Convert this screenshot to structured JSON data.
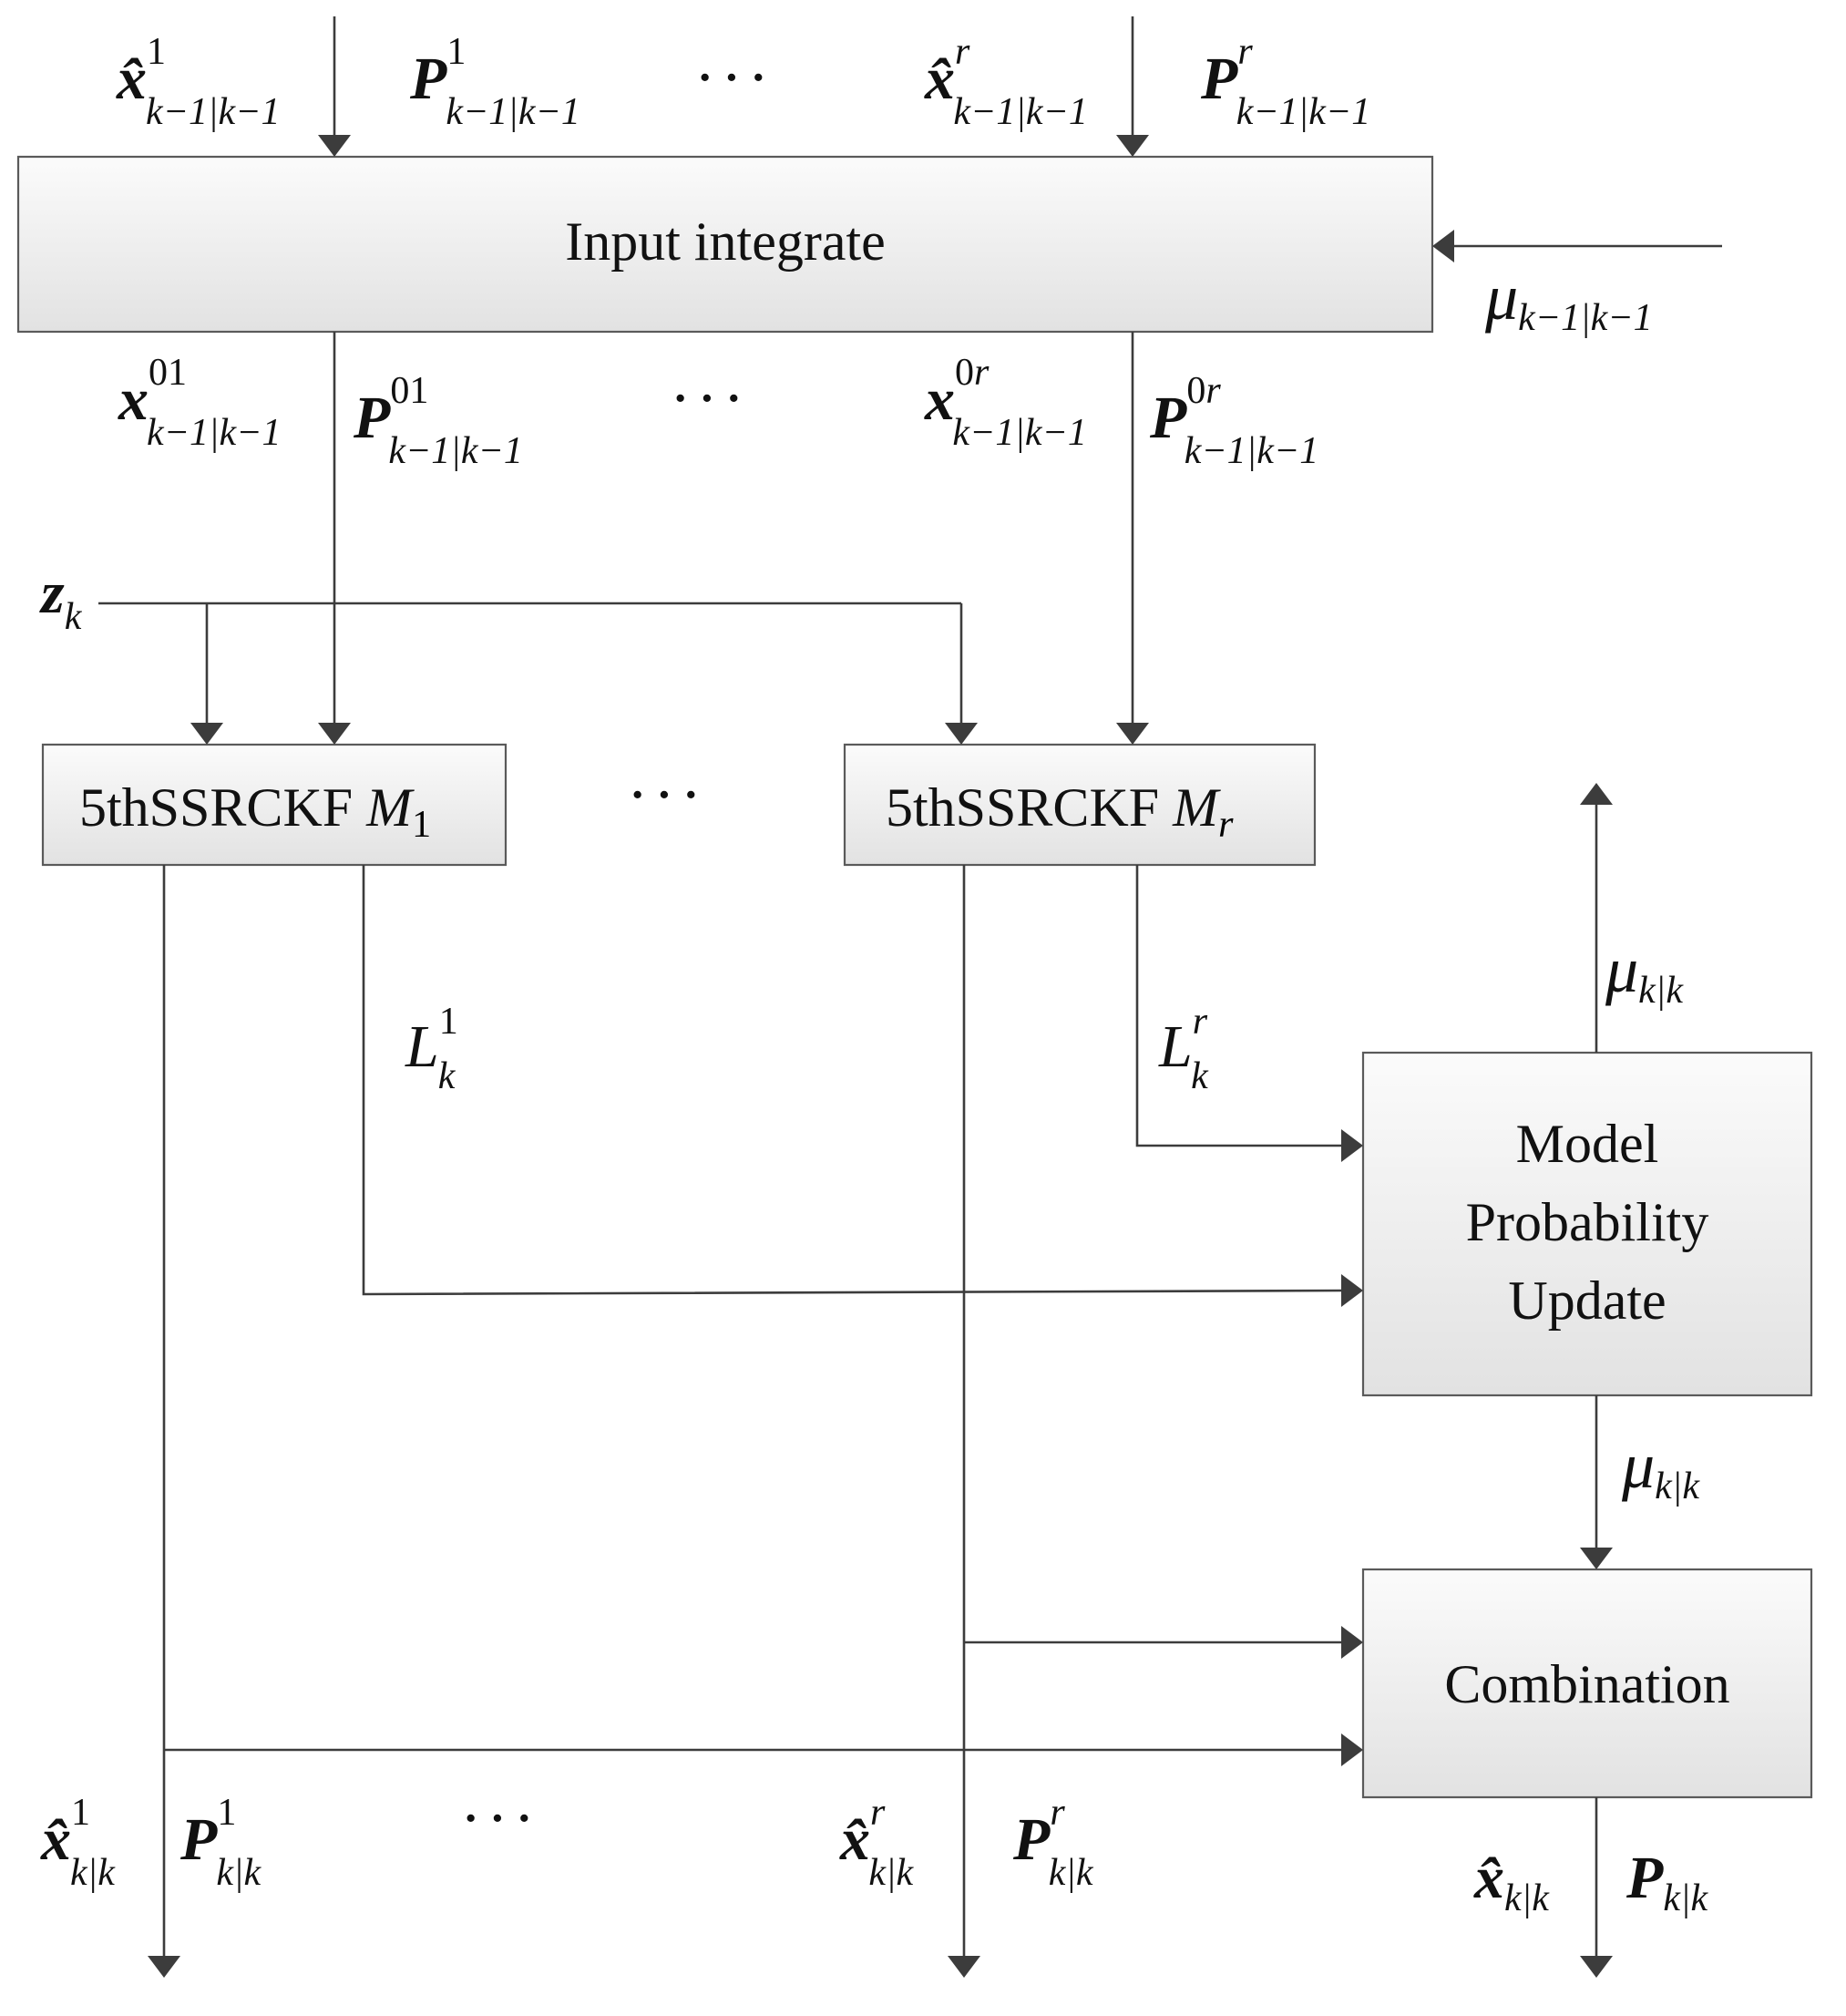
{
  "boxes": {
    "input": "Input integrate",
    "filter1_text": "5thSSRCKF ",
    "filter1_model": "M",
    "filter1_index": "1",
    "filterr_text": "5thSSRCKF ",
    "filterr_model": "M",
    "filterr_index": "r",
    "mpu_line1": "Model",
    "mpu_line2": "Probability",
    "mpu_line3": "Update",
    "combination": "Combination"
  },
  "labels": {
    "x_hat": "x̂",
    "x": "x",
    "P": "P",
    "z": "z",
    "L": "L",
    "mu": "μ",
    "k": "k",
    "sup_1": "1",
    "sup_r": "r",
    "sup_01": "01",
    "sup_0r_0": "0",
    "sup_0r_r": "r",
    "sub_prev": "k−1|k−1",
    "sub_cur": "k|k",
    "ellipsis": "···"
  }
}
